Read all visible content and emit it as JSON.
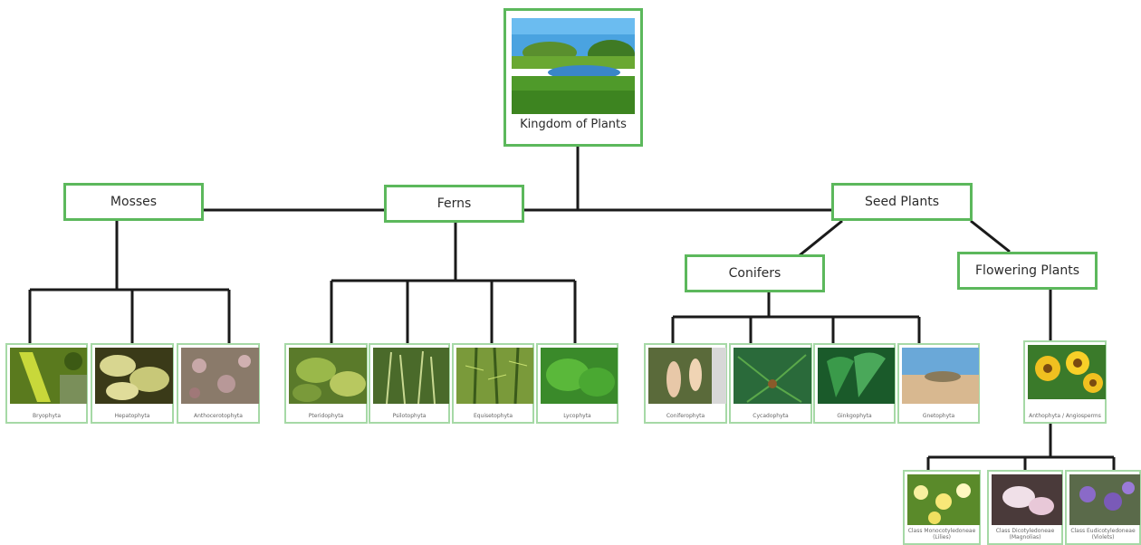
{
  "root": {
    "label": "Kingdom of Plants"
  },
  "groups": [
    {
      "label": "Mosses"
    },
    {
      "label": "Ferns"
    },
    {
      "label": "Seed Plants"
    }
  ],
  "subgroups": [
    {
      "label": "Conifers"
    },
    {
      "label": "Flowering Plants"
    }
  ],
  "cards": [
    {
      "label": "Bryophyta"
    },
    {
      "label": "Hepatophyta"
    },
    {
      "label": "Anthocerotophyta"
    },
    {
      "label": "Pteridophyta"
    },
    {
      "label": "Psilotophyta"
    },
    {
      "label": "Equisetophyta"
    },
    {
      "label": "Lycophyta"
    },
    {
      "label": "Coniferophyta"
    },
    {
      "label": "Cycadophyta"
    },
    {
      "label": "Ginkgophyta"
    },
    {
      "label": "Gnetophyta"
    },
    {
      "label": "Anthophyta / Angiosperms"
    },
    {
      "label": "Class Monocotyledoneae (Lilies)"
    },
    {
      "label": "Class Dicotyledoneae (Magnolias)"
    },
    {
      "label": "Class Eudicotyledoneae (Violets)"
    }
  ],
  "colors": {
    "border": "#5cb85c",
    "card_border": "#a6d9a6",
    "line": "#1a1a1a"
  }
}
